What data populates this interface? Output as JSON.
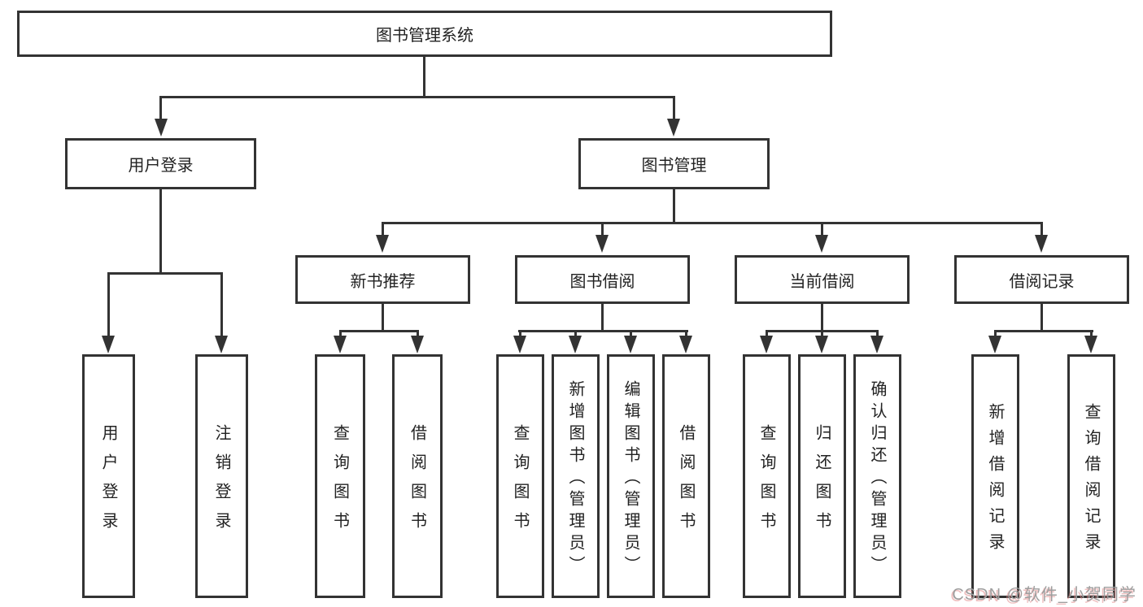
{
  "nodes": {
    "root": "图书管理系统",
    "level2": [
      "用户登录",
      "图书管理"
    ],
    "level3": [
      "新书推荐",
      "图书借阅",
      "当前借阅",
      "借阅记录"
    ],
    "user_children": [
      "用户登录",
      "注销登录"
    ],
    "recommend_children": [
      "查询图书",
      "借阅图书"
    ],
    "borrow_children": [
      "查询图书",
      "新增图书（管理员）",
      "编辑图书（管理员）",
      "借阅图书"
    ],
    "current_children": [
      "查询图书",
      "归还图书",
      "确认归还（管理员）"
    ],
    "records_children": [
      "新增借阅记录",
      "查询借阅记录"
    ]
  },
  "watermark": "CSDN @软件_小贺同学",
  "colors": {
    "line": "#333333",
    "text": "#222222",
    "background": "#ffffff",
    "watermark": "#9e9e9e"
  }
}
